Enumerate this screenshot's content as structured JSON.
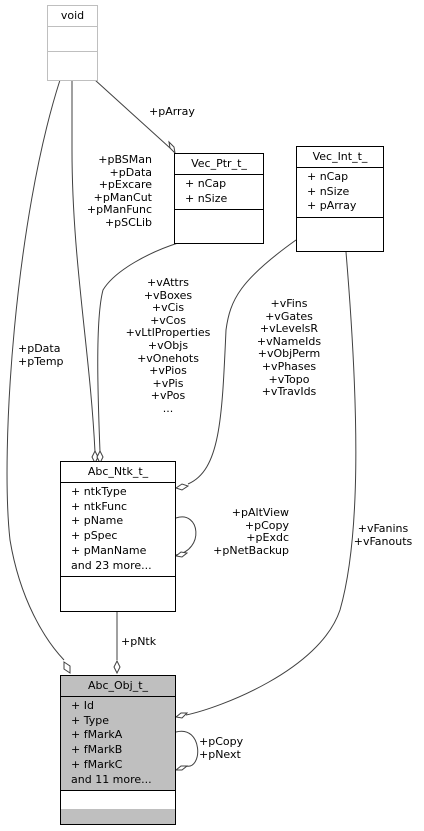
{
  "classes": {
    "void": {
      "title": "void"
    },
    "vec_ptr": {
      "title": "Vec_Ptr_t_",
      "attrs": [
        "+ nCap",
        "+ nSize"
      ]
    },
    "vec_int": {
      "title": "Vec_Int_t_",
      "attrs": [
        "+ nCap",
        "+ nSize",
        "+ pArray"
      ]
    },
    "abc_ntk": {
      "title": "Abc_Ntk_t_",
      "attrs": [
        "+ ntkType",
        "+ ntkFunc",
        "+ pName",
        "+ pSpec",
        "+ pManName",
        "and 23 more..."
      ]
    },
    "abc_obj": {
      "title": "Abc_Obj_t_",
      "attrs": [
        "+ Id",
        "+ Type",
        "+ fMarkA",
        "+ fMarkB",
        "+ fMarkC",
        "and 11 more..."
      ]
    }
  },
  "edge_labels": {
    "parray": "+pArray",
    "void_to_ntk": "+pBSMan\n+pData\n+pExcare\n+pManCut\n+pManFunc\n+pSCLib",
    "void_to_obj": "+pData\n+pTemp",
    "vecptr_to_ntk": "+vAttrs\n+vBoxes\n+vCis\n+vCos\n+vLtlProperties\n+vObjs\n+vOnehots\n+vPios\n+vPis\n+vPos\n...",
    "vecint_to_ntk": "+vFins\n+vGates\n+vLevelsR\n+vNameIds\n+vObjPerm\n+vPhases\n+vTopo\n+vTravIds",
    "ntk_self": "+pAltView\n+pCopy\n+pExdc\n+pNetBackup",
    "vecint_to_obj": "+vFanins\n+vFanouts",
    "ntk_to_obj": "+pNtk",
    "obj_self": "+pCopy\n+pNext"
  }
}
